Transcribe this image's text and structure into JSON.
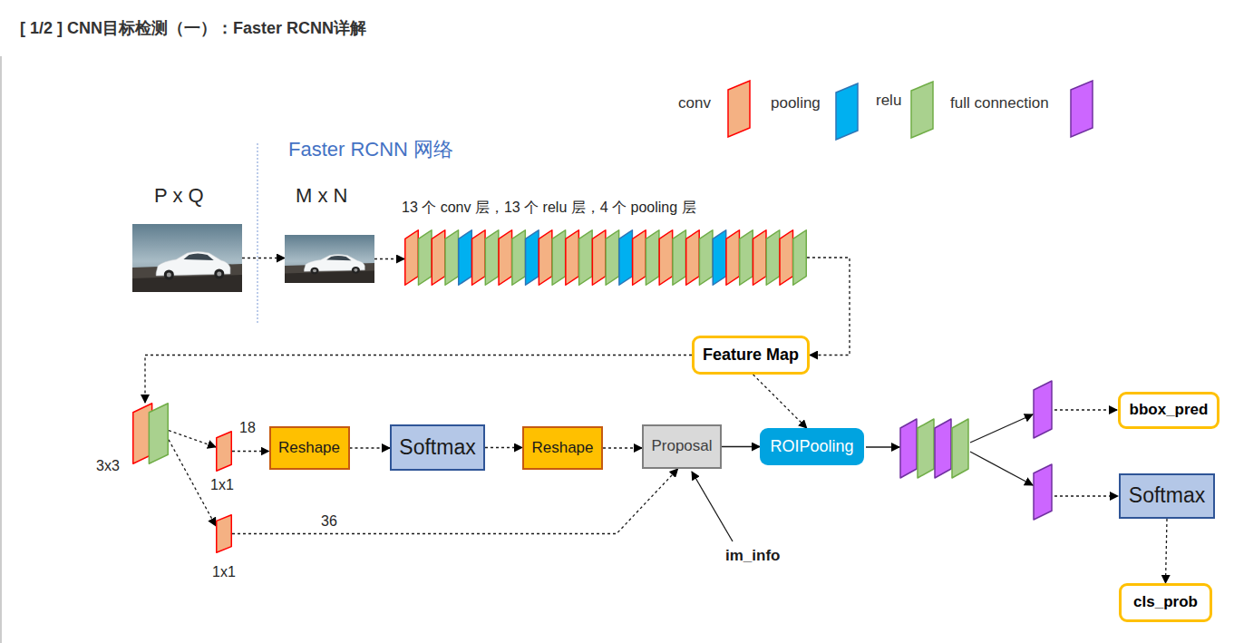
{
  "diagram": {
    "title": "[ 1/2 ] CNN目标检测（一）：Faster RCNN详解",
    "nodes": [
      {
        "text": [
          "P x Q"
        ]
      },
      {
        "text": [
          "M x N"
        ]
      },
      {
        "text": [
          "13 个 conv 层，13 个 relu 层，4 个 pooling 层"
        ]
      },
      {
        "text": [
          "Feature Map"
        ]
      },
      {
        "text": [
          "3x3"
        ]
      },
      {
        "text": [
          "1x1"
        ]
      },
      {
        "text": [
          "1x1"
        ]
      },
      {
        "text": [
          "Reshape"
        ]
      },
      {
        "text": [
          "Softmax"
        ]
      },
      {
        "text": [
          "Reshape"
        ]
      },
      {
        "text": [
          "Proposal"
        ]
      },
      {
        "text": [
          "ROIPooling"
        ]
      },
      {
        "text": [
          "bbox_pred"
        ]
      },
      {
        "text": [
          "Softmax"
        ]
      },
      {
        "text": [
          "cls_prob"
        ]
      }
    ],
    "edges": [
      {
        "from": 0,
        "to": 1,
        "arrow": "to"
      },
      {
        "from": 1,
        "to": 2,
        "arrow": "to"
      },
      {
        "from": 2,
        "to": 3,
        "arrow": "to"
      },
      {
        "from": 3,
        "to": 4,
        "arrow": "to"
      },
      {
        "from": 4,
        "to": 5,
        "arrow": "to"
      },
      {
        "from": 4,
        "to": 6,
        "arrow": "to"
      },
      {
        "from": 5,
        "to": 7,
        "label": "18",
        "arrow": "to"
      },
      {
        "from": 7,
        "to": 8,
        "arrow": "to"
      },
      {
        "from": 8,
        "to": 9,
        "arrow": "to"
      },
      {
        "from": 9,
        "to": 10,
        "arrow": "to"
      },
      {
        "from": 6,
        "to": 10,
        "label": "36",
        "arrow": "to"
      },
      {
        "from": 10,
        "to": 11,
        "arrow": "to"
      },
      {
        "from": 3,
        "to": 11,
        "arrow": "to"
      },
      {
        "from": 13,
        "to": 14,
        "arrow": "to"
      }
    ],
    "labels": [
      "Faster RCNN 网络",
      "im_info"
    ],
    "legend": [
      {
        "text": "conv",
        "color": "#f4b183"
      },
      {
        "text": "pooling",
        "color": "#00b0f0"
      },
      {
        "text": "relu",
        "color": "#a9d18e"
      },
      {
        "text": "full connection",
        "color": "#cc66ff"
      }
    ]
  }
}
